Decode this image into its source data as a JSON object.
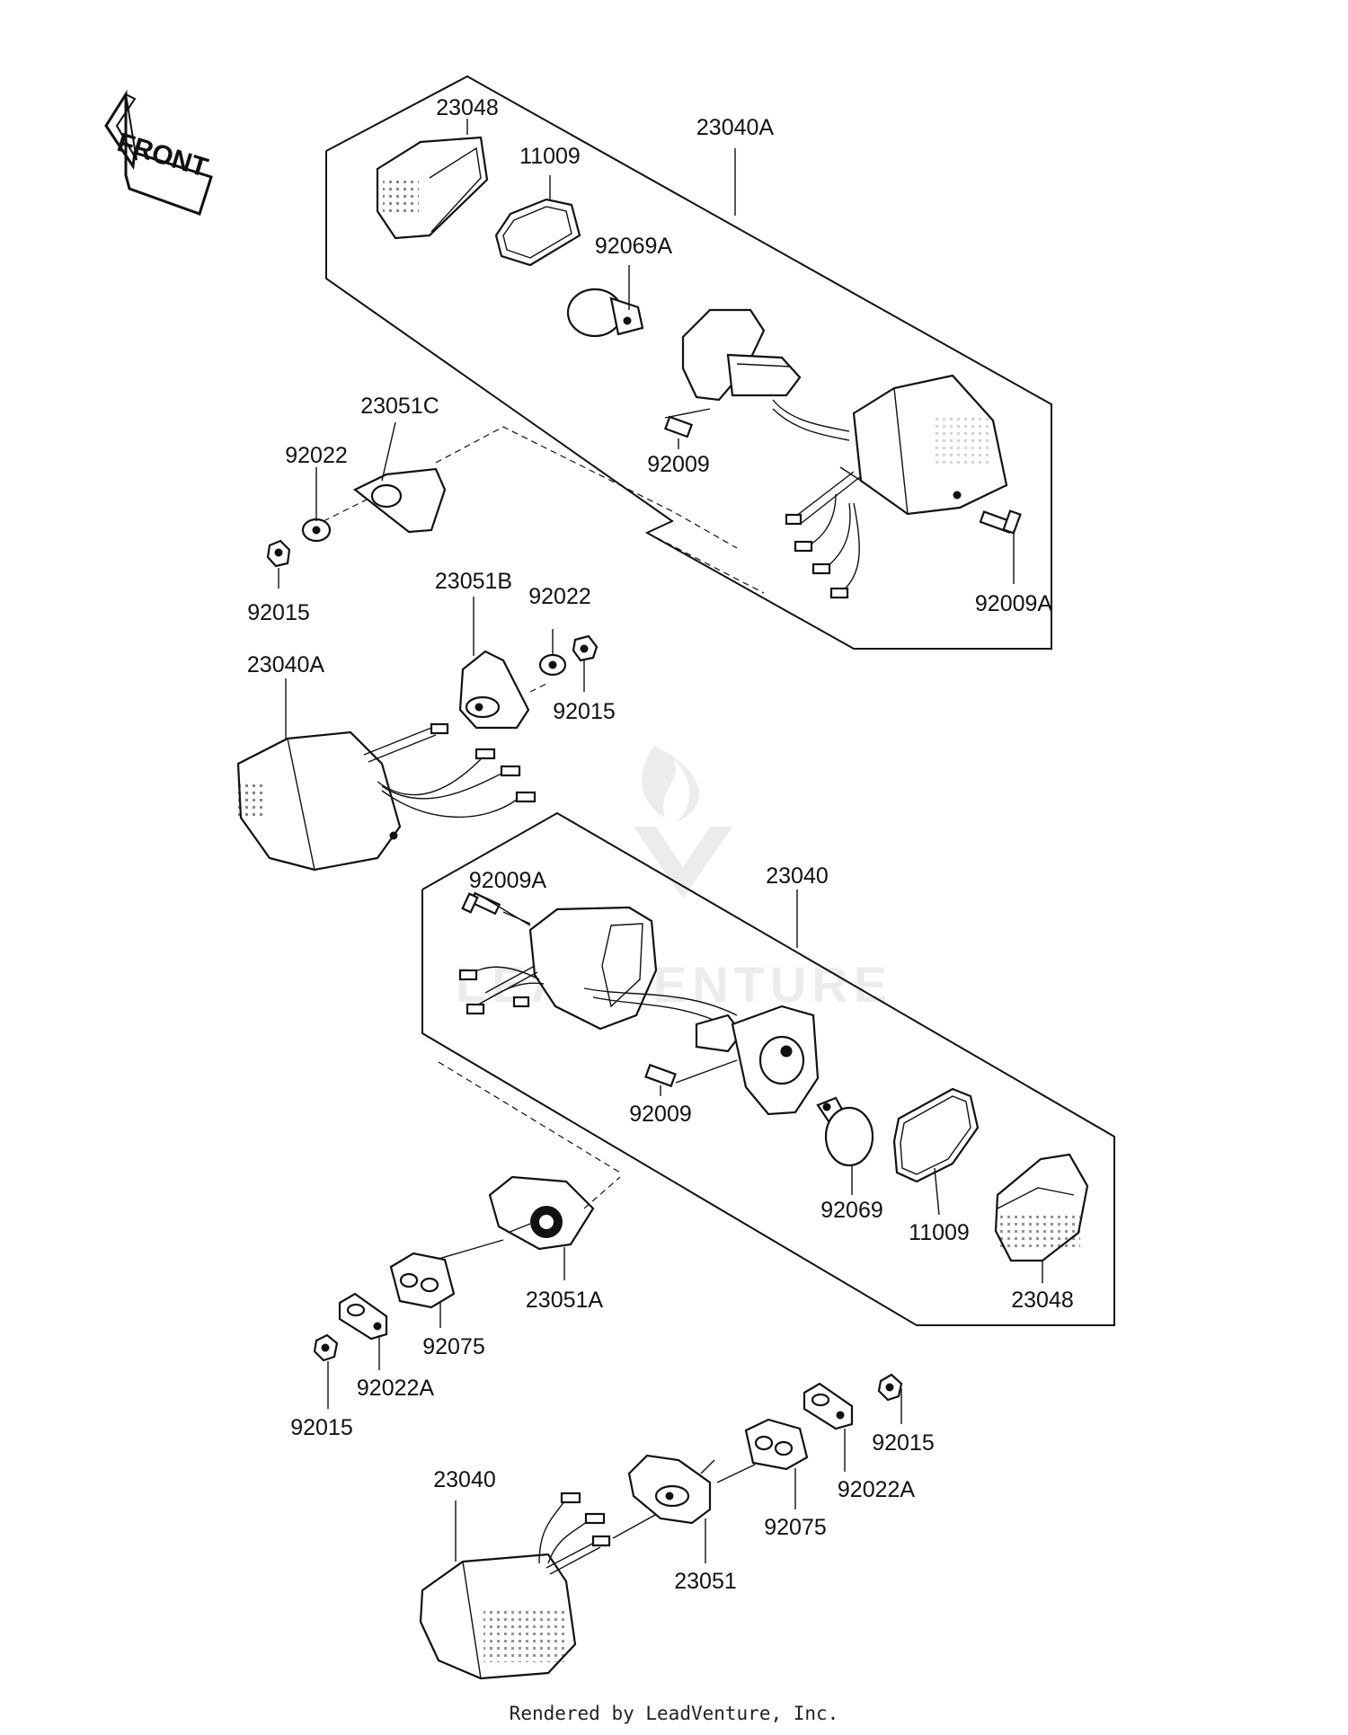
{
  "orientation_label": "FRONT",
  "part_numbers": {
    "lens_upper": "23048",
    "gasket_upper": "11009",
    "lamp_assy_a_upper": "23040A",
    "bulb_a": "92069A",
    "bracket_c": "23051C",
    "washer_upper_left": "92022",
    "screw_upper": "92009",
    "nut_upper_left": "92015",
    "screw_a_upper": "92009A",
    "bracket_b": "23051B",
    "washer_upper_right": "92022",
    "lamp_assy_a_left": "23040A",
    "nut_upper_right": "92015",
    "lamp_assy_lower": "23040",
    "screw_a_lower": "92009A",
    "screw_lower": "92009",
    "bulb": "92069",
    "gasket_lower": "11009",
    "lens_lower": "23048",
    "bracket_a": "23051A",
    "damper_left": "92075",
    "washer_a_left": "92022A",
    "nut_lower_left": "92015",
    "lamp_assy_bottom": "23040",
    "bracket": "23051",
    "damper_right": "92075",
    "washer_a_right": "92022A",
    "nut_lower_right": "92015"
  },
  "footer": "Rendered by LeadVenture, Inc.",
  "watermark": "LEADVENTURE"
}
